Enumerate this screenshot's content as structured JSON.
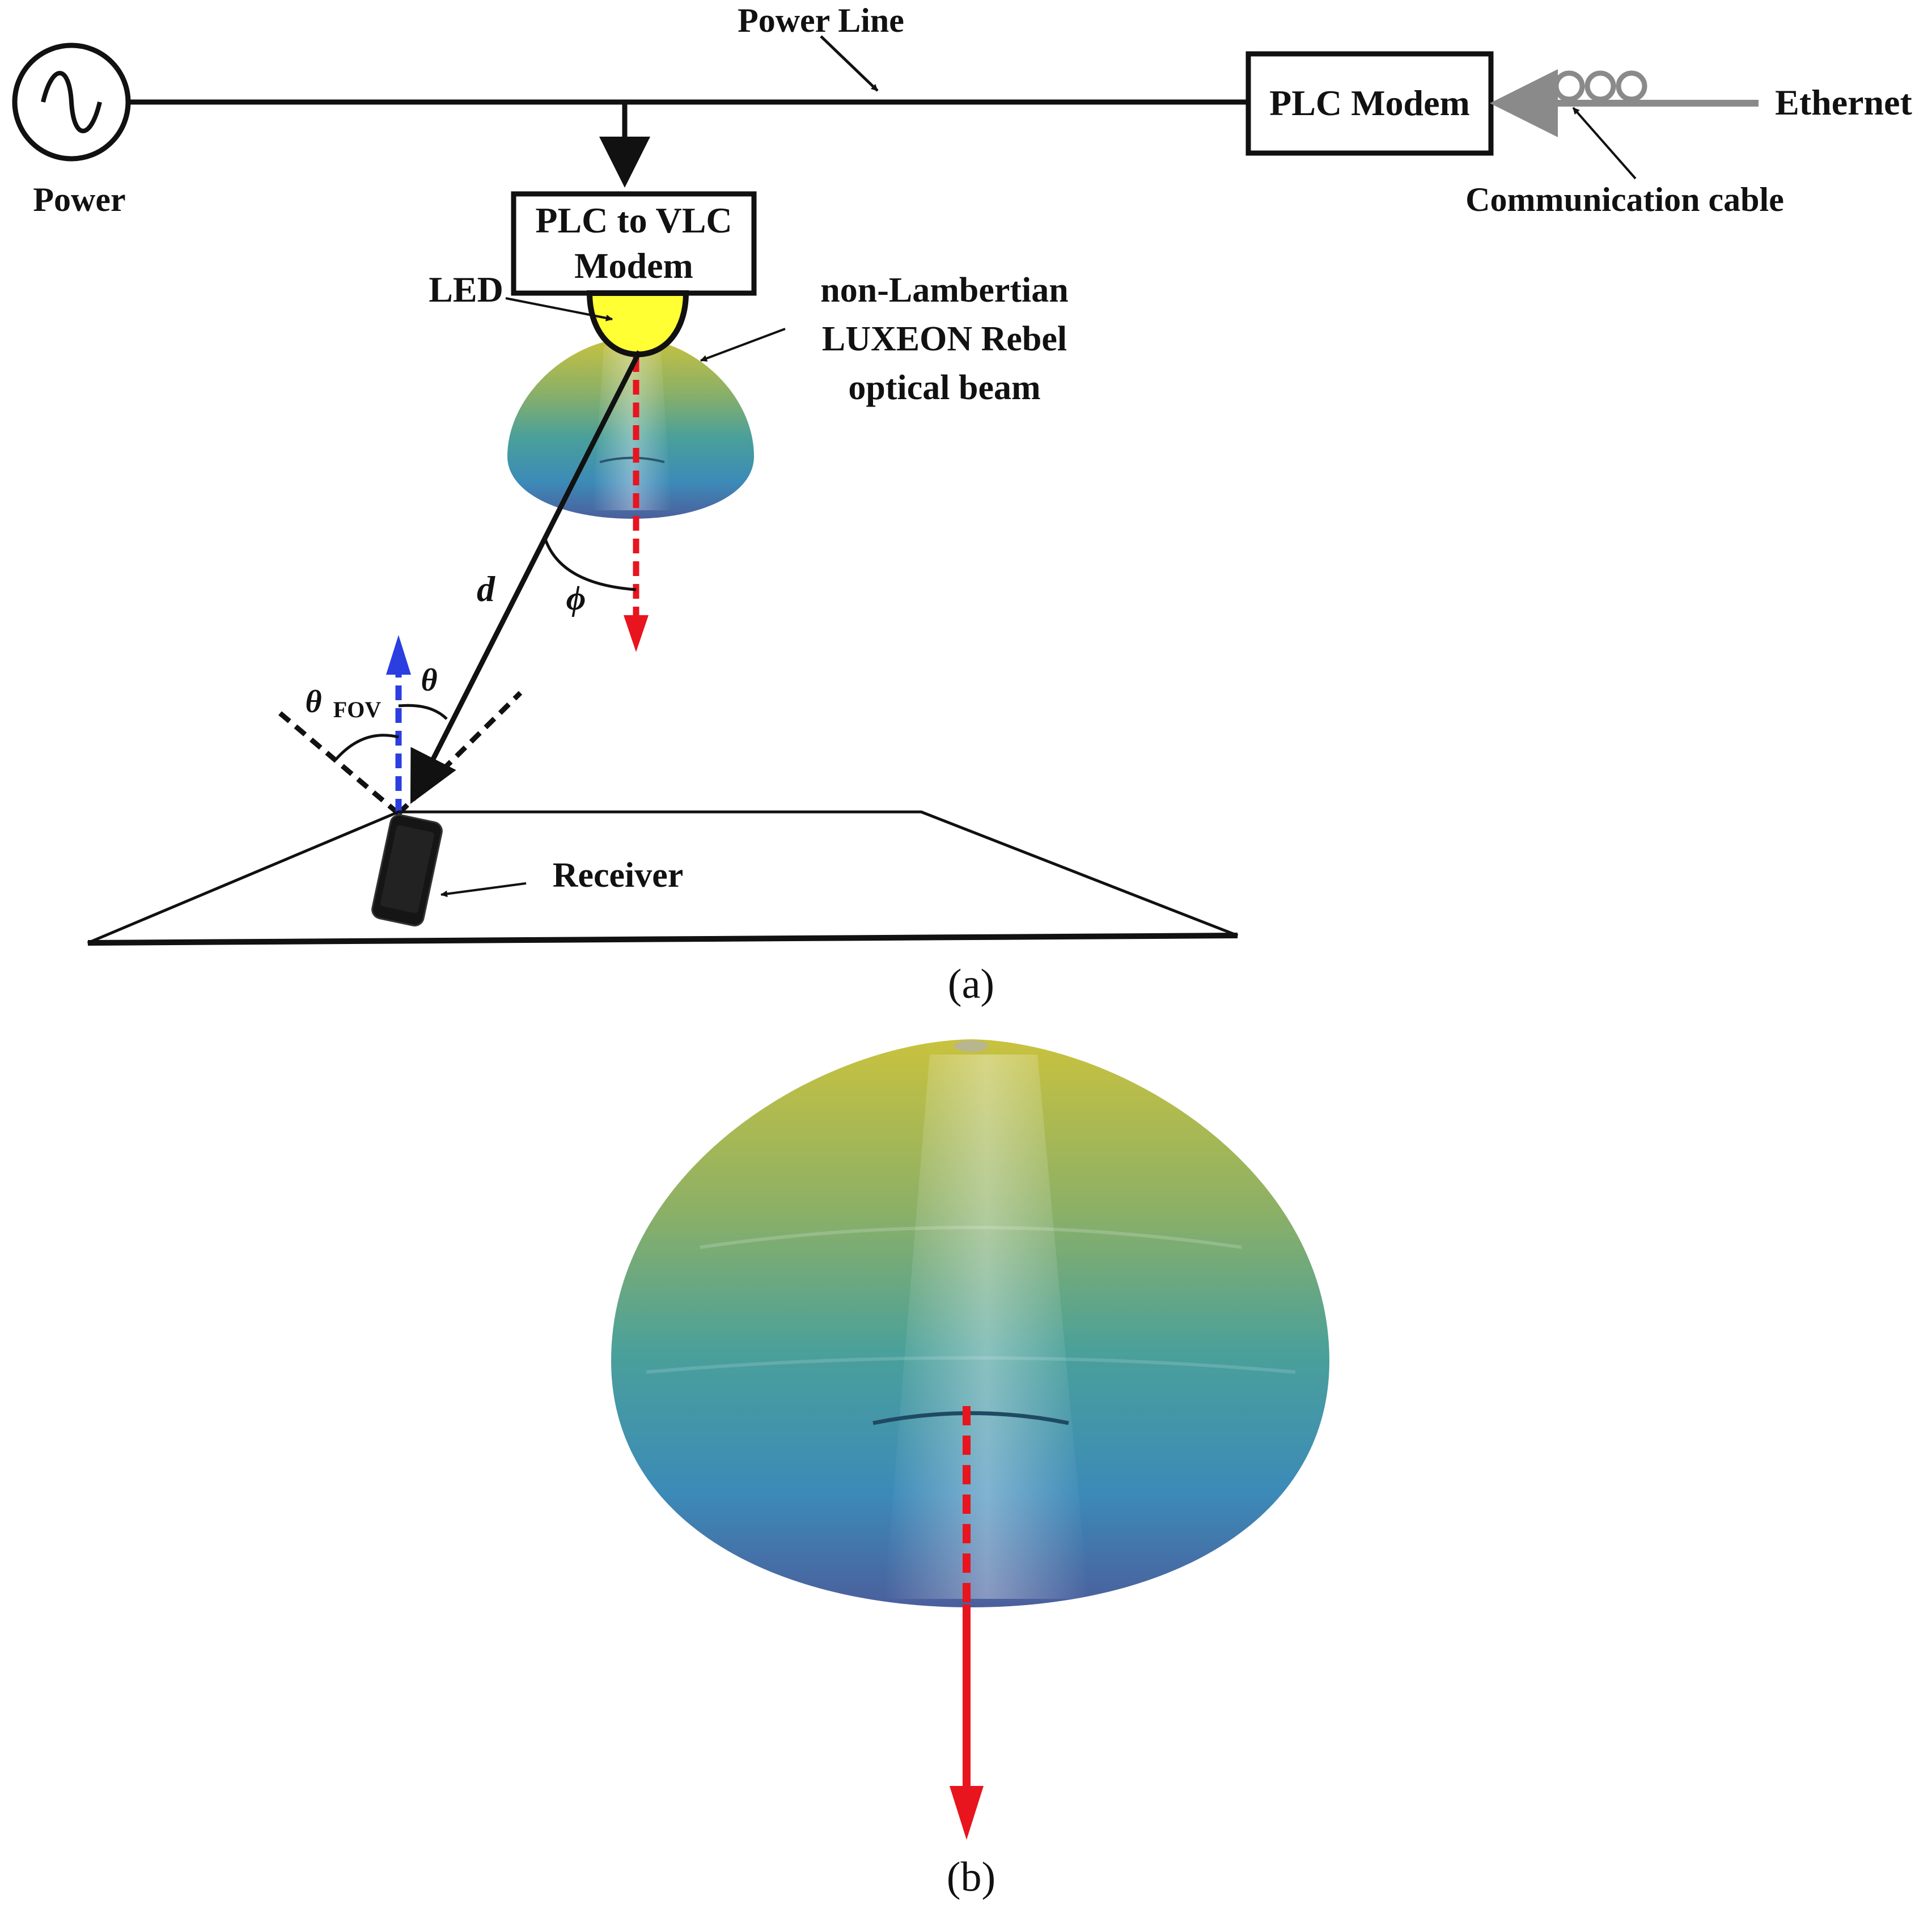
{
  "labels": {
    "power": "Power",
    "power_line": "Power Line",
    "plc_modem": "PLC Modem",
    "ethernet": "Ethernet",
    "communication_cable": "Communication cable",
    "plc_to_vlc_line1": "PLC to VLC",
    "plc_to_vlc_line2": "Modem",
    "led": "LED",
    "beam_line1": "non-Lambertian",
    "beam_line2": "LUXEON Rebel",
    "beam_line3": "optical beam",
    "distance": "d",
    "phi": "ϕ",
    "theta": "θ",
    "theta_fov_symbol": "θ",
    "theta_fov_sub": "FOV",
    "receiver": "Receiver"
  },
  "captions": {
    "a": "(a)",
    "b": "(b)"
  },
  "icons": {
    "power_source": "ac-sine-source-icon",
    "cable": "coil-cable-icon",
    "receiver": "smartphone-icon"
  },
  "colors": {
    "line": "#111111",
    "ethernet_cable": "#8a8a8a",
    "led_fill": "#ffff33",
    "direction_arrow": "#e8141e",
    "normal_arrow": "#2b3ee0",
    "beam_top": "#c8c840",
    "beam_mid": "#4fa39a",
    "beam_bottom": "#4a6aa0"
  }
}
